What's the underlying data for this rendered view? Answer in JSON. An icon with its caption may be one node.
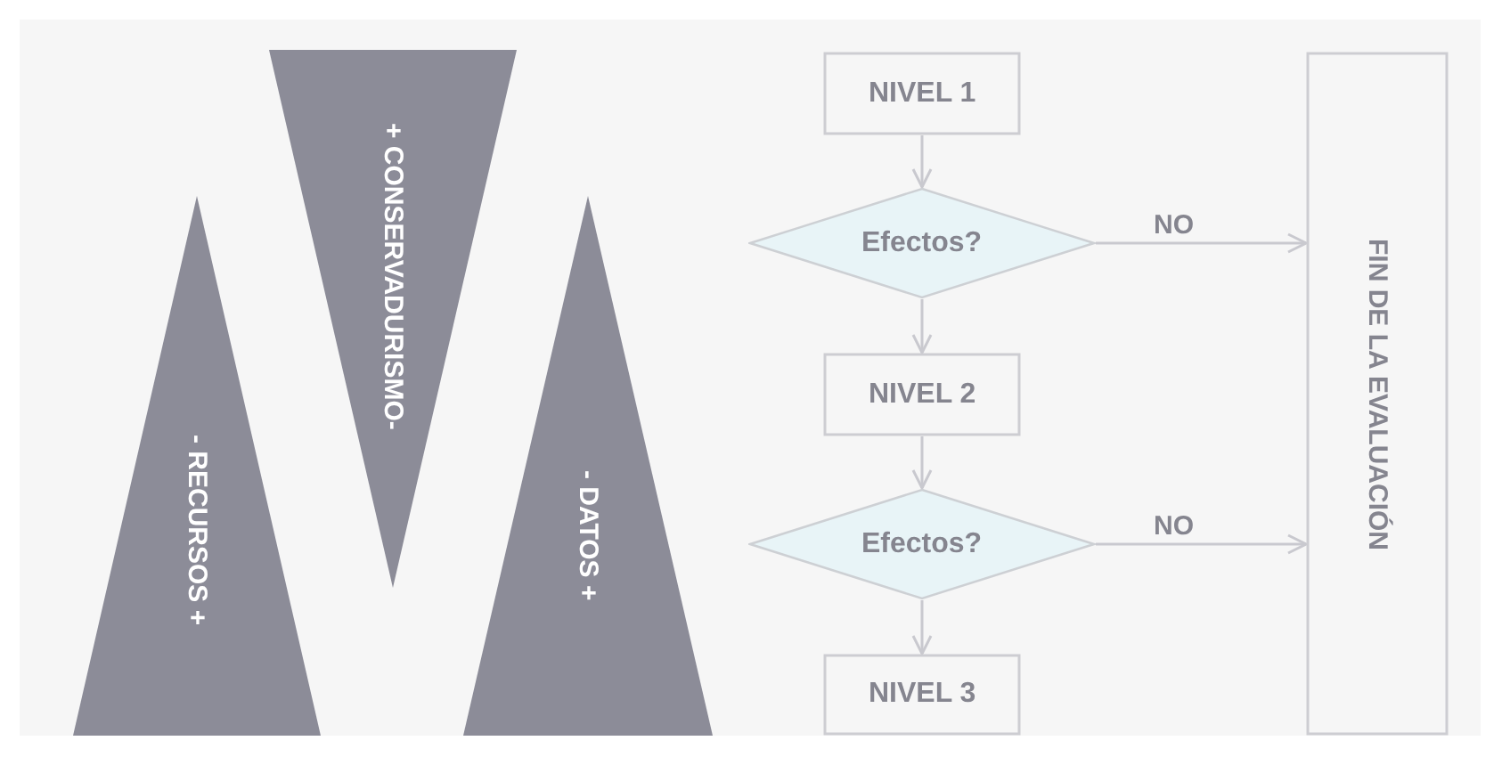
{
  "diagram": {
    "nodes": [
      {
        "text": [
          "- RECURSOS +"
        ]
      },
      {
        "text": [
          "+ CONSERVADURISMO-"
        ]
      },
      {
        "text": [
          "- DATOS +"
        ]
      },
      {
        "text": [
          "NIVEL 1"
        ]
      },
      {
        "text": [
          "Efectos?"
        ]
      },
      {
        "text": [
          "NIVEL 2"
        ]
      },
      {
        "text": [
          "Efectos?"
        ]
      },
      {
        "text": [
          "NIVEL 3"
        ]
      },
      {
        "text": [
          "FIN DE LA EVALUACIÓN"
        ]
      }
    ],
    "edges": [
      {
        "from": 3,
        "to": 4,
        "arrow": "to"
      },
      {
        "from": 4,
        "to": 5,
        "arrow": "to"
      },
      {
        "from": 5,
        "to": 6,
        "arrow": "to"
      },
      {
        "from": 6,
        "to": 7,
        "arrow": "to"
      },
      {
        "from": 4,
        "to": 8,
        "label": "NO",
        "arrow": "to"
      },
      {
        "from": 6,
        "to": 8,
        "label": "NO",
        "arrow": "to"
      }
    ]
  }
}
